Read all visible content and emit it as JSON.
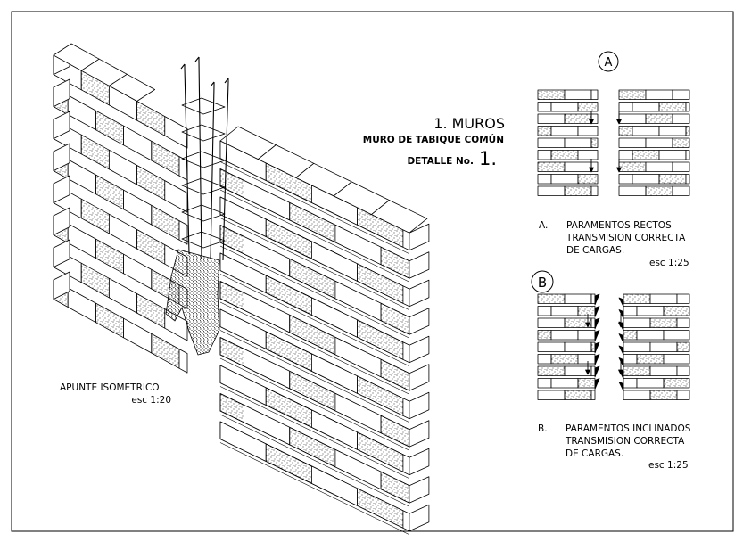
{
  "title": {
    "number_title": "1. MUROS",
    "subtitle": "MURO DE TABIQUE COMÚN",
    "detalle_prefix": "DETALLE No.",
    "detalle_number": "1."
  },
  "isometric": {
    "label": "APUNTE ISOMETRICO",
    "scale": "esc 1:20"
  },
  "detail_a": {
    "marker": "A",
    "prefix": "A.",
    "line1": "PARAMENTOS RECTOS",
    "line2": "TRANSMISION CORRECTA",
    "line3": "DE CARGAS.",
    "scale": "esc 1:25"
  },
  "detail_b": {
    "marker": "B",
    "prefix": "B.",
    "line1": "PARAMENTOS INCLINADOS",
    "line2": "TRANSMISION CORRECTA",
    "line3": "DE CARGAS.",
    "scale": "esc 1:25"
  }
}
